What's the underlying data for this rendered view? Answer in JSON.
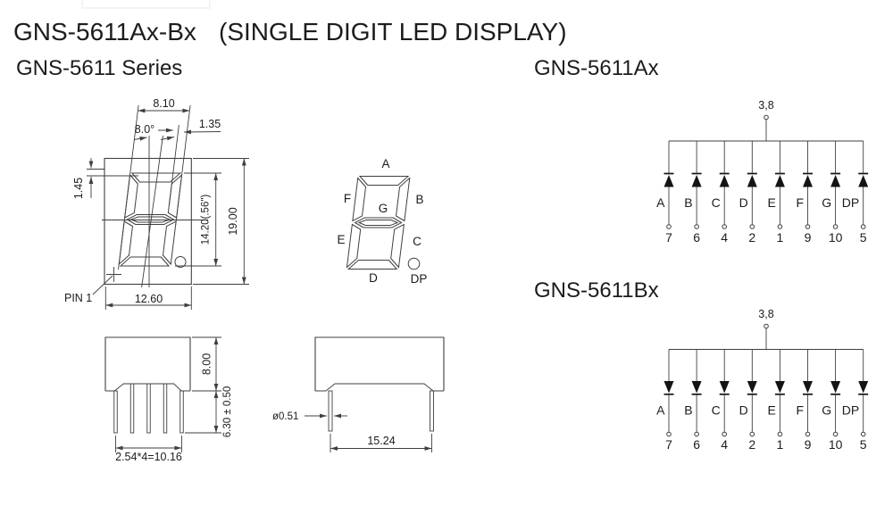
{
  "page": {
    "title_model": "GNS-5611Ax-Bx",
    "title_desc": "(SINGLE DIGIT LED DISPLAY)",
    "series_heading": "GNS-5611 Series"
  },
  "front_view": {
    "dims": {
      "width_top": "8.10",
      "slant_angle": "8.0°",
      "seg_thickness": "1.35",
      "seg_a_width": "1.45",
      "digit_height": "14.20(.56\")",
      "pkg_height": "19.00",
      "pkg_width": "12.60"
    },
    "pin1_label": "PIN 1"
  },
  "segment_diagram": {
    "labels": {
      "a": "A",
      "f": "F",
      "b": "B",
      "g": "G",
      "e": "E",
      "c": "C",
      "d": "D",
      "dp": "DP"
    }
  },
  "side_front": {
    "dims": {
      "body_height": "8.00",
      "pin_length": "6.30 ± 0.50",
      "pin_pitch": "2.54*4=10.16"
    }
  },
  "side_right": {
    "dims": {
      "pin_dia": "ø0.51",
      "pin_span": "15.24"
    }
  },
  "circuits": [
    {
      "heading": "GNS-5611Ax",
      "common": "3,8",
      "channels": [
        {
          "segment": "A",
          "pin": "7"
        },
        {
          "segment": "B",
          "pin": "6"
        },
        {
          "segment": "C",
          "pin": "4"
        },
        {
          "segment": "D",
          "pin": "2"
        },
        {
          "segment": "E",
          "pin": "1"
        },
        {
          "segment": "F",
          "pin": "9"
        },
        {
          "segment": "G",
          "pin": "10"
        },
        {
          "segment": "DP",
          "pin": "5"
        }
      ]
    },
    {
      "heading": "GNS-5611Bx",
      "common": "3,8",
      "channels": [
        {
          "segment": "A",
          "pin": "7"
        },
        {
          "segment": "B",
          "pin": "6"
        },
        {
          "segment": "C",
          "pin": "4"
        },
        {
          "segment": "D",
          "pin": "2"
        },
        {
          "segment": "E",
          "pin": "1"
        },
        {
          "segment": "F",
          "pin": "9"
        },
        {
          "segment": "G",
          "pin": "10"
        },
        {
          "segment": "DP",
          "pin": "5"
        }
      ]
    }
  ]
}
